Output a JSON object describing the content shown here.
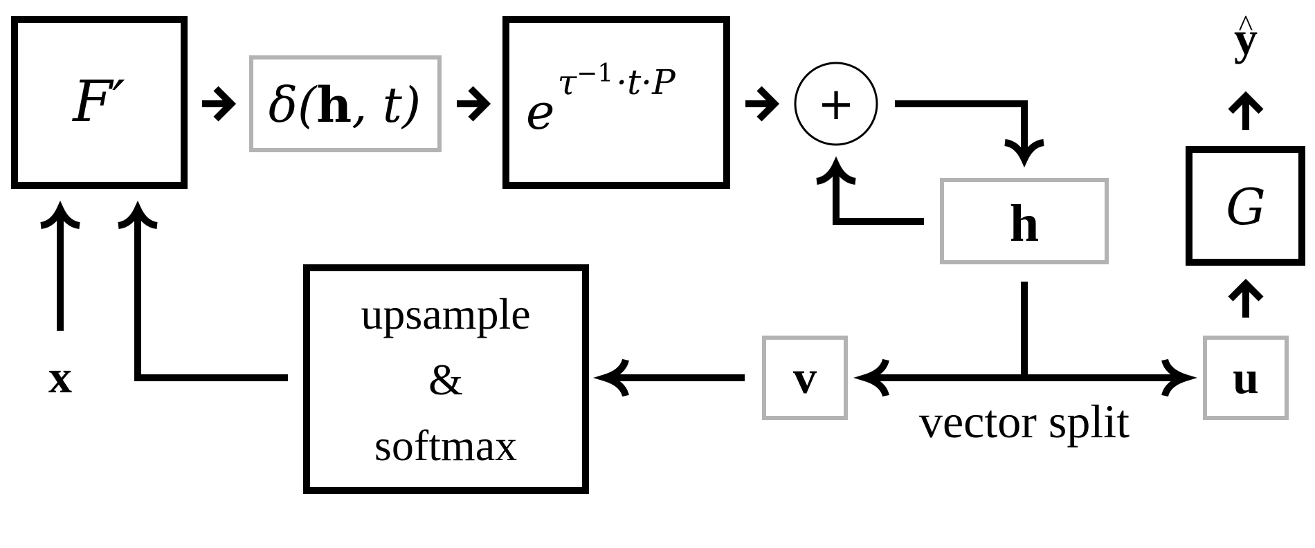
{
  "nodes": {
    "f_prime": "F′",
    "delta": {
      "open": "δ(",
      "h": "h",
      "rest": ", t)"
    },
    "exp": {
      "base": "e",
      "tau": "τ",
      "inv": "−1",
      "rest": "·t·P"
    },
    "plus": "+",
    "h": "h",
    "g": "G",
    "y_hat": {
      "y": "y",
      "hat": "^"
    },
    "x": "x",
    "v": "v",
    "u": "u",
    "upsample": [
      "upsample",
      "&",
      "softmax"
    ]
  },
  "labels": {
    "vector_split": "vector split"
  },
  "colors": {
    "stroke_dark": "#000000",
    "stroke_light": "#b3b3b3",
    "background": "#ffffff"
  }
}
